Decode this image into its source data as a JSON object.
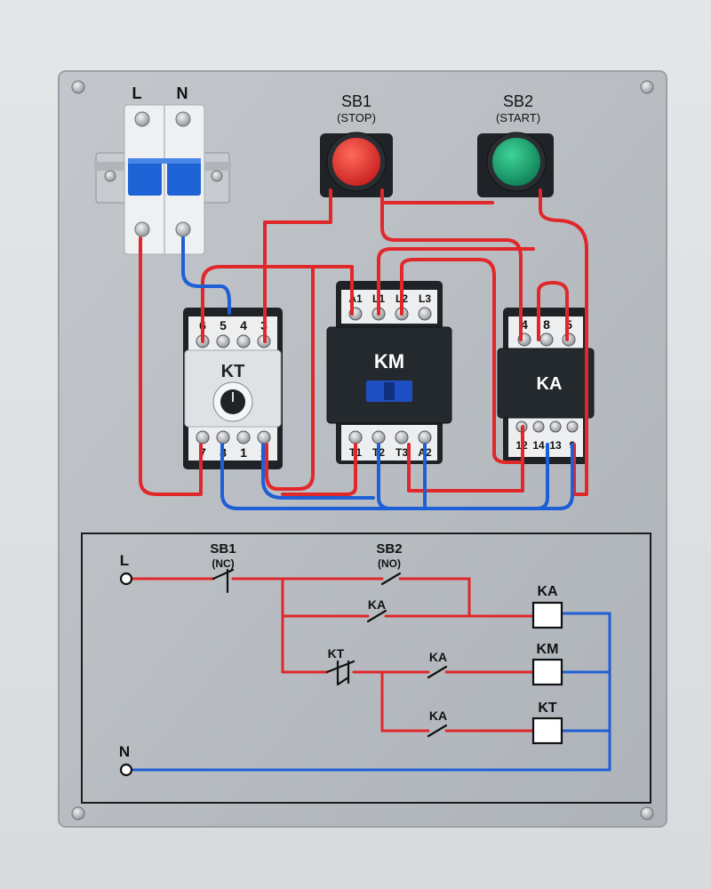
{
  "colors": {
    "panel": "#b9bec4",
    "wire_red": "#e0282a",
    "wire_blue": "#1f5fd6",
    "stop_button": "#e02a2a",
    "start_button": "#1aa070",
    "breaker_lever": "#1e63d6",
    "device_body": "#1f2327"
  },
  "breaker": {
    "label_l": "L",
    "label_n": "N"
  },
  "buttons": {
    "stop": {
      "name": "SB1",
      "caption": "(STOP)"
    },
    "start": {
      "name": "SB2",
      "caption": "(START)"
    }
  },
  "kt_relay": {
    "label": "KT",
    "top_terminals": [
      "6",
      "5",
      "4",
      "3"
    ],
    "bottom_terminals": [
      "7",
      "8",
      "1",
      "2"
    ]
  },
  "km_contactor": {
    "label": "KM",
    "top_terminals": [
      "A1",
      "L1",
      "L2",
      "L3"
    ],
    "bottom_terminals": [
      "T1",
      "T2",
      "T3",
      "A2"
    ]
  },
  "ka_relay": {
    "label": "KA",
    "top_terminals": [
      "4",
      "8",
      "5"
    ],
    "bottom_terminals": [
      "12",
      "14",
      "13",
      "9"
    ]
  },
  "schematic": {
    "line_l": "L",
    "line_n": "N",
    "sb1_name": "SB1",
    "sb1_type": "(NC)",
    "sb2_name": "SB2",
    "sb2_type": "(NO)",
    "ka_contact_1": "KA",
    "ka_contact_2": "KA",
    "ka_contact_3": "KA",
    "kt_contact": "KT",
    "coil_ka": "KA",
    "coil_km": "KM",
    "coil_kt": "KT"
  }
}
